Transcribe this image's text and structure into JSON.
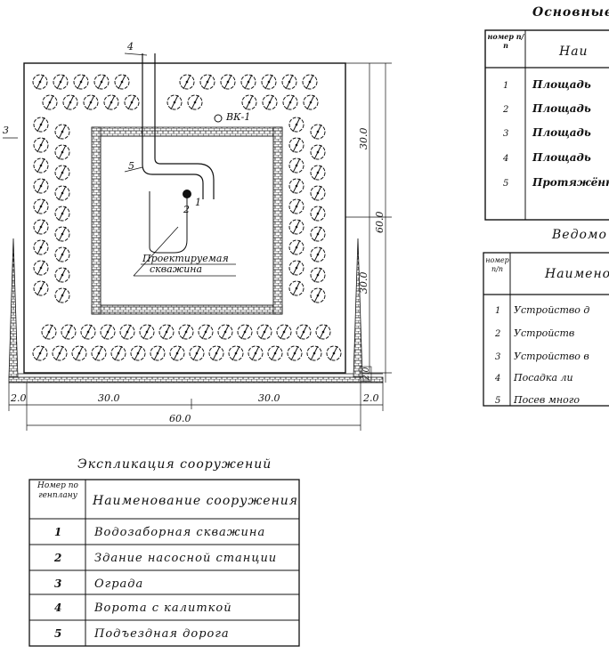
{
  "plan": {
    "callouts": [
      "3",
      "4",
      "5",
      "1",
      "2"
    ],
    "well_label": "ВК-1",
    "well_caption_1": "Проектируемая",
    "well_caption_2": "скважина",
    "dims_right": [
      "30.0",
      "30.0",
      "60.0",
      "2.0"
    ],
    "dims_bottom": [
      "2.0",
      "30.0",
      "30.0",
      "2.0",
      "60.0"
    ]
  },
  "explication": {
    "title": "Экспликация сооружений",
    "header_no": "Номер по генплану",
    "header_name": "Наименование сооружения",
    "rows": [
      {
        "no": "1",
        "name": "Водозаборная скважина"
      },
      {
        "no": "2",
        "name": "Здание насосной станции"
      },
      {
        "no": "3",
        "name": "Ограда"
      },
      {
        "no": "4",
        "name": "Ворота с калиткой"
      },
      {
        "no": "5",
        "name": "Подъездная дорога"
      }
    ]
  },
  "main_table": {
    "title": "Основные",
    "header_no": "номер п/п",
    "header_name": "Наи",
    "rows": [
      {
        "no": "1",
        "name": "Площадь"
      },
      {
        "no": "2",
        "name": "Площадь"
      },
      {
        "no": "3",
        "name": "Площадь"
      },
      {
        "no": "4",
        "name": "Площадь"
      },
      {
        "no": "5",
        "name": "Протяжённ"
      }
    ]
  },
  "works_table": {
    "title": "Ведомо",
    "header_no": "номер п/п",
    "header_name": "Наименов",
    "rows": [
      {
        "no": "1",
        "name": "Устройство д"
      },
      {
        "no": "2",
        "name": "Устройств"
      },
      {
        "no": "3",
        "name": "Устройство в"
      },
      {
        "no": "4",
        "name": "Посадка ли"
      },
      {
        "no": "5",
        "name": "Посев много"
      }
    ]
  }
}
